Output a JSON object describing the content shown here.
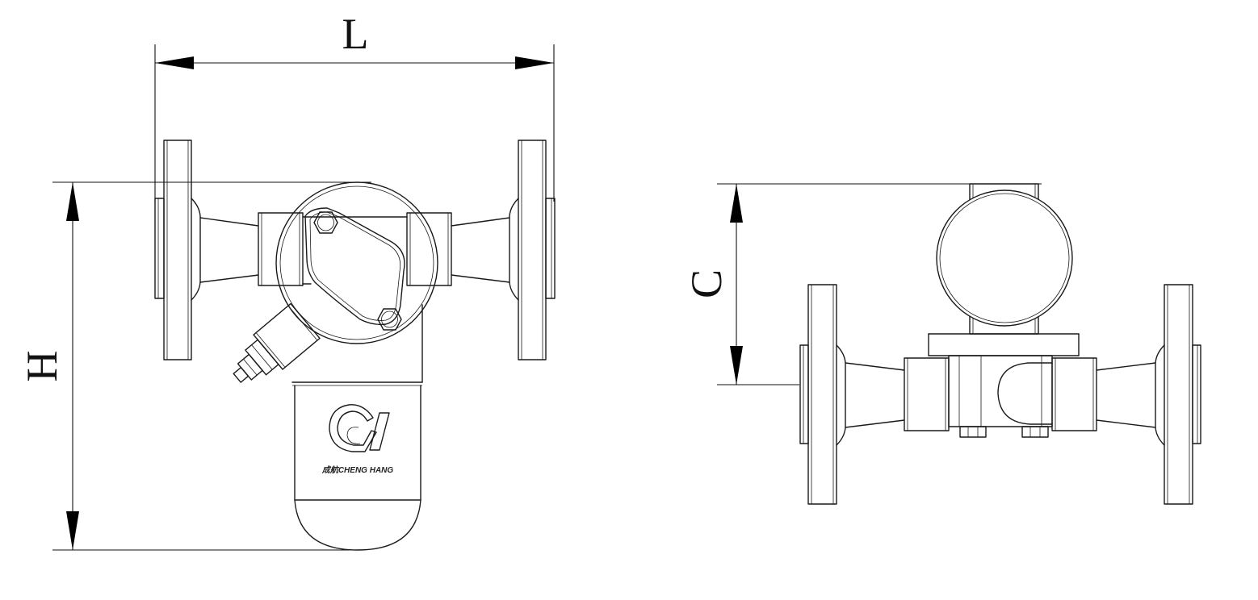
{
  "drawing": {
    "front_view": {
      "dimension_length_label": "L",
      "dimension_height_label": "H",
      "logo": {
        "mark": "cheng-hang-logo-icon",
        "text": "成航CHENG HANG"
      }
    },
    "side_view": {
      "dimension_center_label": "C"
    }
  },
  "colors": {
    "line": "#1a1a1a",
    "background": "#ffffff"
  }
}
